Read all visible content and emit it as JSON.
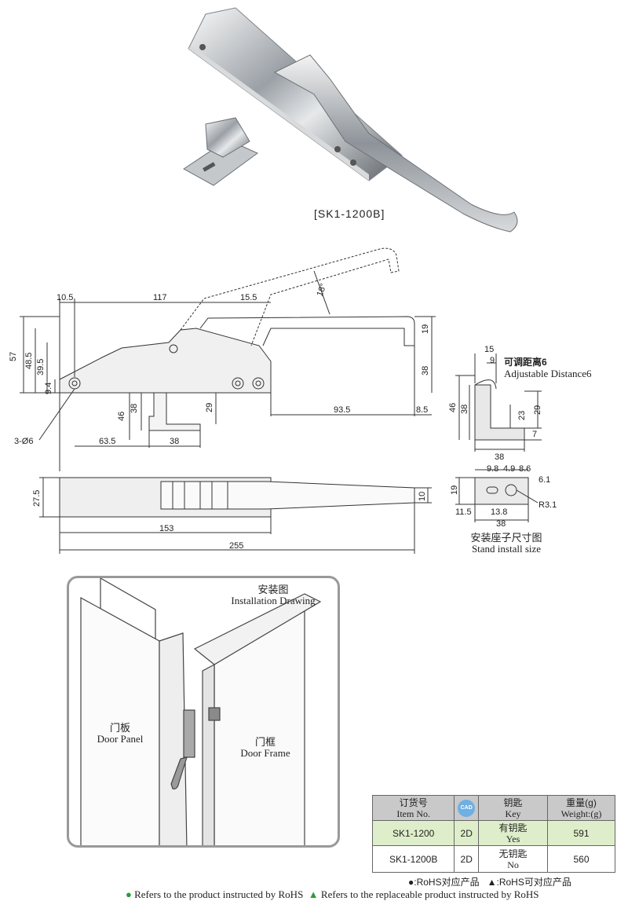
{
  "product_caption": "[SK1-1200B]",
  "side_view": {
    "dims": {
      "d10_5": "10.5",
      "d117": "117",
      "d15_5": "15.5",
      "d18deg": "18°",
      "d19": "19",
      "d57": "57",
      "d48_5": "48.5",
      "d39_5": "39.5",
      "d9_4": "9.4",
      "d38_right": "38",
      "d46": "46",
      "d38_left": "38",
      "d29": "29",
      "d93_5": "93.5",
      "d8_5": "8.5",
      "hole": "3-Ø6",
      "d63_5": "63.5",
      "d38_bottom": "38"
    }
  },
  "stand_side": {
    "dims": {
      "d15": "15",
      "d9": "9",
      "d46": "46",
      "d38": "38",
      "d23": "23",
      "d29": "29",
      "d7": "7",
      "d38_bottom": "38"
    },
    "adjust_cn": "可调距离6",
    "adjust_en": "Adjustable Distance6"
  },
  "top_view": {
    "dims": {
      "d27_5": "27.5",
      "d10": "10",
      "d153": "153",
      "d255": "255"
    }
  },
  "stand_top": {
    "dims": {
      "d9_8": "9.8",
      "d4_9": "4.9",
      "d8_6": "8.6",
      "d19": "19",
      "d6_1": "6.1",
      "r3_1": "R3.1",
      "d11_5": "11.5",
      "d13_8": "13.8",
      "d38": "38"
    },
    "caption_cn": "安装座子尺寸图",
    "caption_en": "Stand install size"
  },
  "install": {
    "title_cn": "安装图",
    "title_en": "Installation Drawing",
    "panel_cn": "门板",
    "panel_en": "Door Panel",
    "frame_cn": "门框",
    "frame_en": "Door Frame"
  },
  "table": {
    "headers": {
      "item_cn": "订货号",
      "item_en": "Item No.",
      "cad": "CAD",
      "key_cn": "钥匙",
      "key_en": "Key",
      "weight_cn": "重量(g)",
      "weight_en": "Weight:(g)"
    },
    "rows": [
      {
        "item": "SK1-1200",
        "cad": "2D",
        "key_cn": "有钥匙",
        "key_en": "Yes",
        "weight": "591"
      },
      {
        "item": "SK1-1200B",
        "cad": "2D",
        "key_cn": "无钥匙",
        "key_en": "No",
        "weight": "560"
      }
    ]
  },
  "legend": {
    "line1_a": "●:RoHS对应产品",
    "line1_b": "▲:RoHS可对应产品",
    "line2_a": "Refers to the product instructed by RoHS",
    "line2_b": "Refers to the replaceable product instructed by RoHS"
  },
  "colors": {
    "green": "#2e9a3a",
    "header_gray": "#c9c9c9",
    "row_green": "#dfeeca",
    "cad_blue": "#6fb0e2"
  }
}
